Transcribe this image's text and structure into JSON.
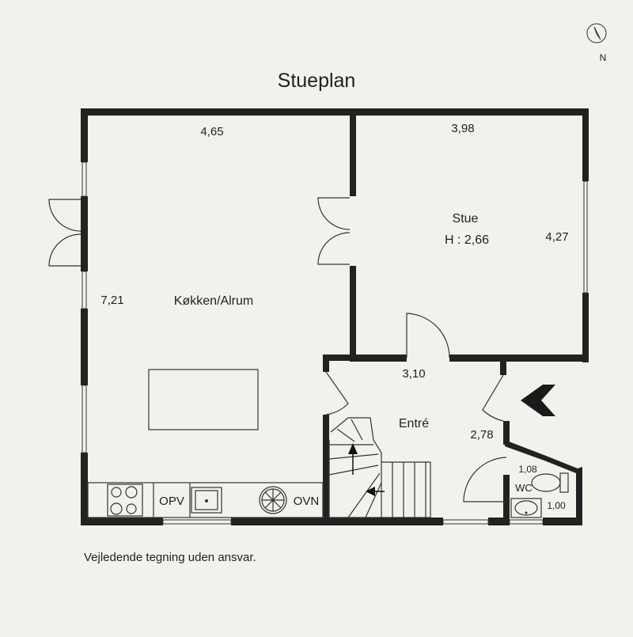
{
  "plan": {
    "title": "Stueplan",
    "disclaimer": "Vejledende tegning uden ansvar.",
    "compass": {
      "north_label": "N"
    }
  },
  "rooms": {
    "kitchen": {
      "name": "Køkken/Alrum",
      "width": "4,65",
      "depth": "7,21"
    },
    "living": {
      "name": "Stue",
      "height": "H : 2,66",
      "width": "3,98",
      "depth": "4,27"
    },
    "entry": {
      "name": "Entré",
      "width": "3,10",
      "depth": "2,78"
    },
    "wc": {
      "name": "WC",
      "width": "1,08",
      "depth": "1,00"
    }
  },
  "appliances": {
    "dishwasher": "OPV",
    "oven": "OVN"
  },
  "icons": {
    "compass": "compass-icon",
    "entrance": "entrance-arrow-icon",
    "stairs_arrow": "stair-arrow-icon",
    "hob": "hob-icon",
    "sink": "sink-icon",
    "fan": "exhaust-fan-icon",
    "toilet": "toilet-icon",
    "basin": "basin-icon"
  },
  "colors": {
    "background": "#f2f2ec",
    "wall": "#222222",
    "line": "#333333"
  }
}
